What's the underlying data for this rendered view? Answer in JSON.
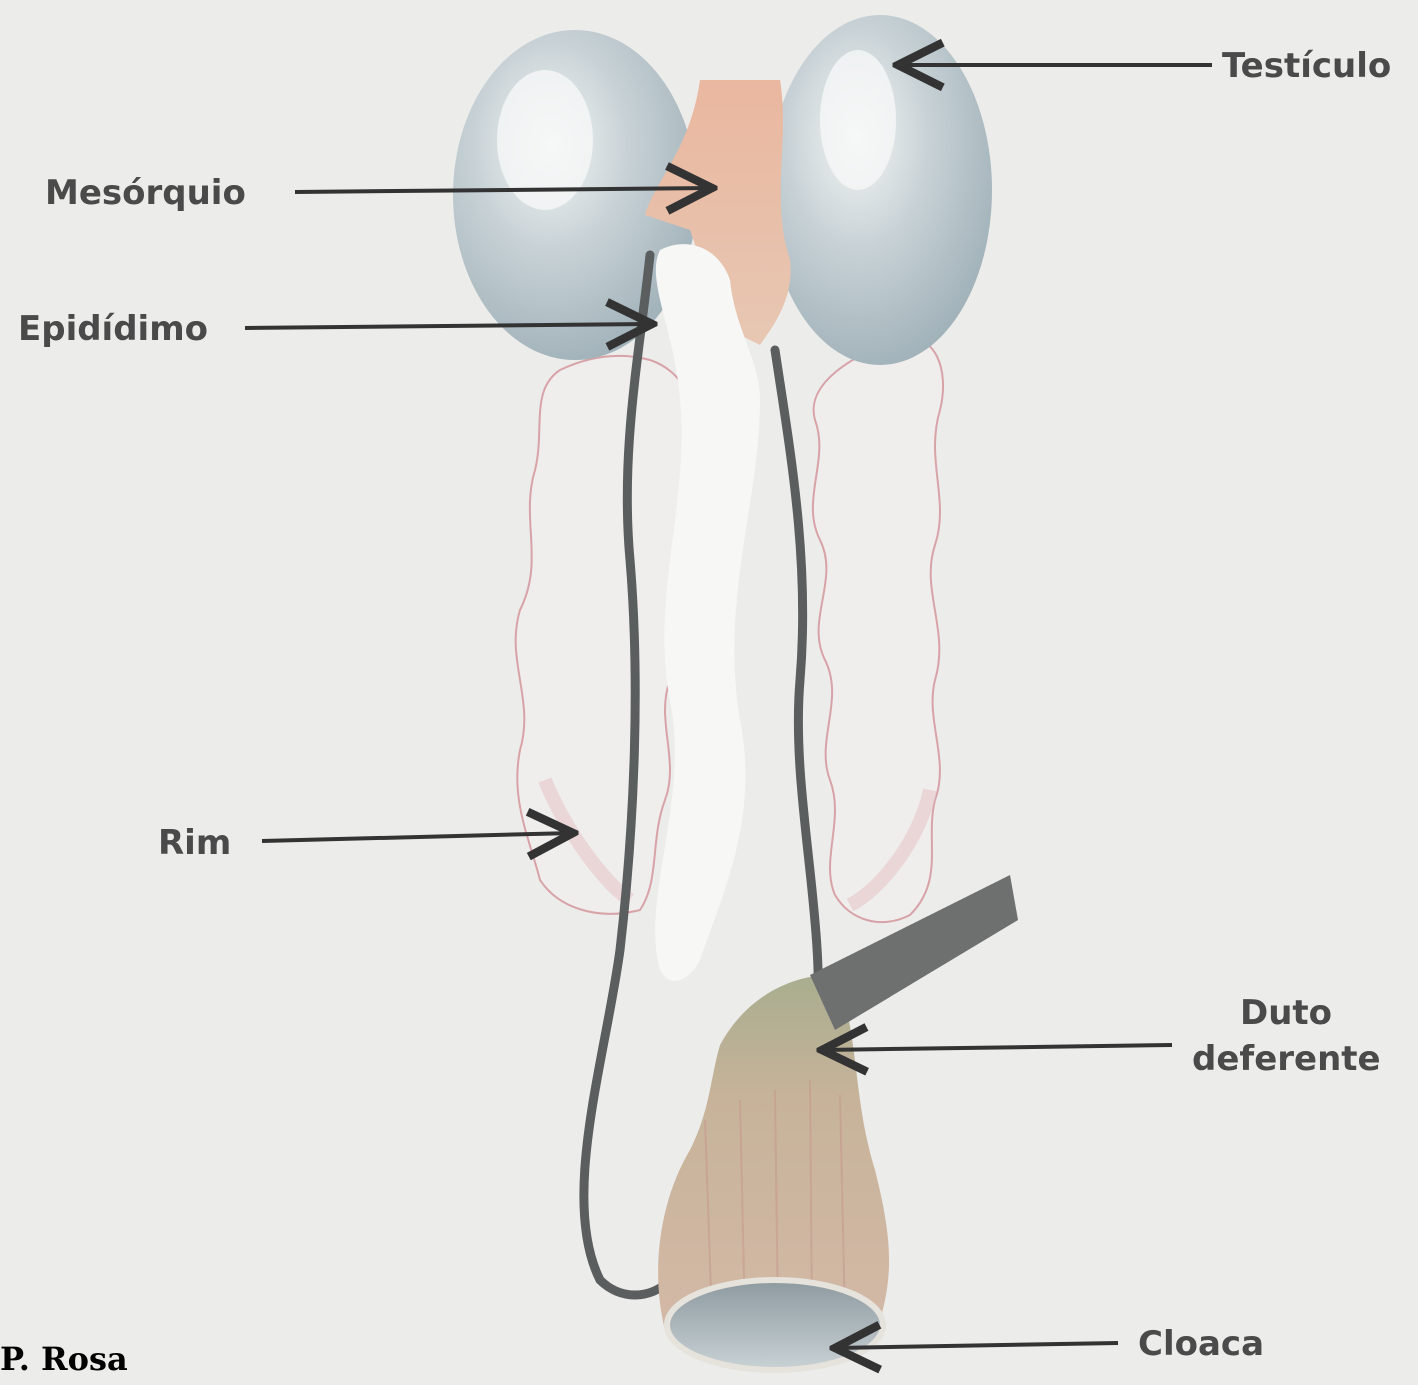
{
  "labels": {
    "testiculo": "Testículo",
    "mesorquio": "Mesórquio",
    "epididimo": "Epidídimo",
    "rim": "Rim",
    "duto_line1": "Duto",
    "duto_line2": "deferente",
    "cloaca": "Cloaca"
  },
  "credit": "P. Rosa",
  "colors": {
    "background": "#ececea",
    "testis": "#b9c6cc",
    "mesorchium": "#e8b49a",
    "kidney_outline": "#d7a3a8",
    "duct": "#5a5e5e",
    "arrow": "#333333",
    "cloaca": "#c9b49a"
  }
}
